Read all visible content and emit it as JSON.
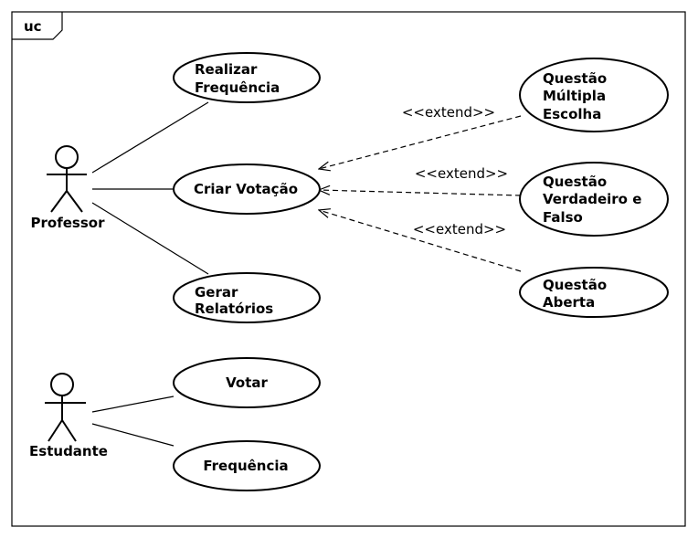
{
  "diagram": {
    "frame_label": "uc",
    "actors": [
      {
        "id": "professor",
        "label": "Professor"
      },
      {
        "id": "estudante",
        "label": "Estudante"
      }
    ],
    "use_cases": [
      {
        "id": "realizar_frequencia",
        "lines": [
          "Realizar",
          "Frequência"
        ]
      },
      {
        "id": "criar_votacao",
        "lines": [
          "Criar Votação"
        ]
      },
      {
        "id": "gerar_relatorios",
        "lines": [
          "Gerar",
          "Relatórios"
        ]
      },
      {
        "id": "votar",
        "lines": [
          "Votar"
        ]
      },
      {
        "id": "frequencia",
        "lines": [
          "Frequência"
        ]
      },
      {
        "id": "questao_multipla",
        "lines": [
          "Questão",
          "Múltipla",
          "Escolha"
        ]
      },
      {
        "id": "questao_vf",
        "lines": [
          "Questão",
          "Verdadeiro e",
          "Falso"
        ]
      },
      {
        "id": "questao_aberta",
        "lines": [
          "Questão",
          "Aberta"
        ]
      }
    ],
    "associations": [
      {
        "from": "professor",
        "to": "realizar_frequencia"
      },
      {
        "from": "professor",
        "to": "criar_votacao"
      },
      {
        "from": "professor",
        "to": "gerar_relatorios"
      },
      {
        "from": "estudante",
        "to": "votar"
      },
      {
        "from": "estudante",
        "to": "frequencia"
      }
    ],
    "extends": [
      {
        "from": "questao_multipla",
        "to": "criar_votacao",
        "label": "<<extend>>"
      },
      {
        "from": "questao_vf",
        "to": "criar_votacao",
        "label": "<<extend>>"
      },
      {
        "from": "questao_aberta",
        "to": "criar_votacao",
        "label": "<<extend>>"
      }
    ]
  }
}
